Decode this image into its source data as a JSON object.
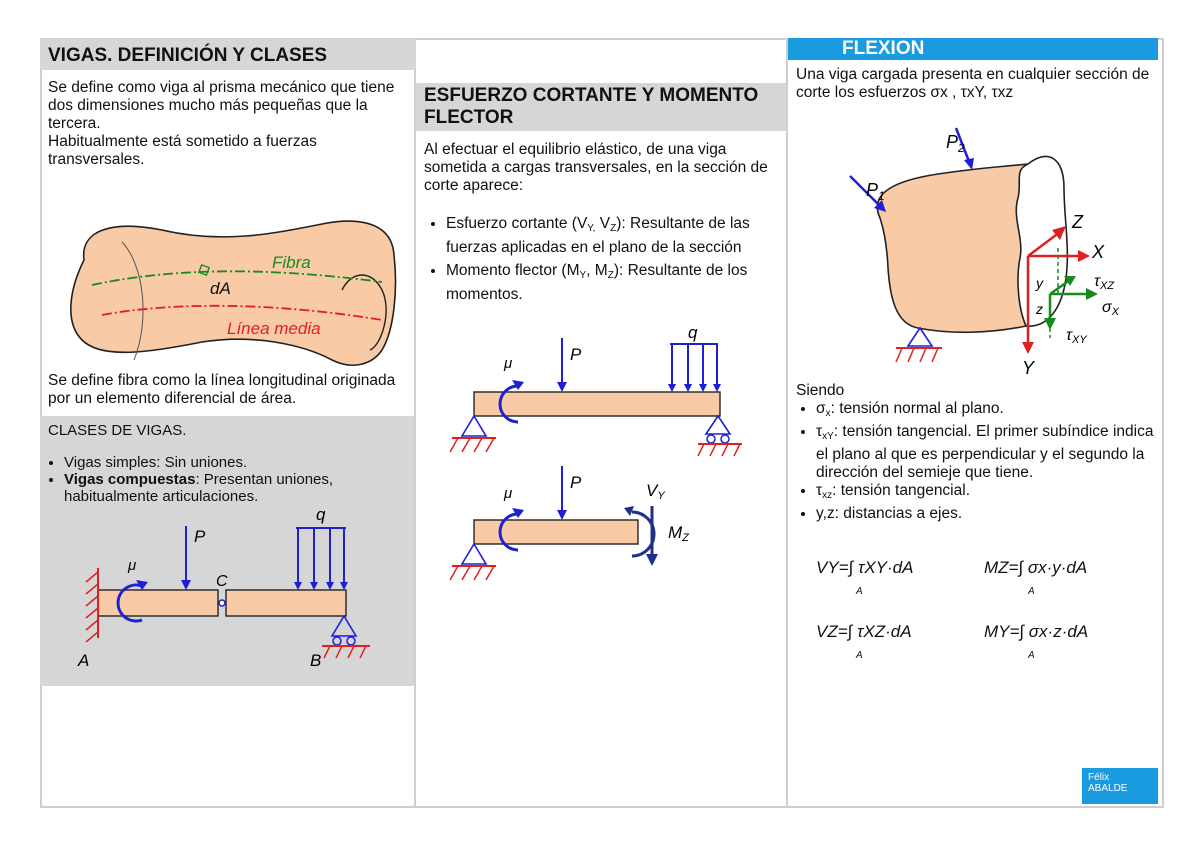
{
  "col1": {
    "title": "VIGAS. DEFINICIÓN Y CLASES",
    "intro1": "Se define como viga al prisma mecánico que tiene dos dimensiones mucho más pequeñas que la tercera.",
    "intro2": "Habitualmente está sometido a fuerzas transversales.",
    "fig_fibra": "Fibra",
    "fig_dA": "dA",
    "fig_linea": "Línea media",
    "fibra_def": "Se define fibra como la línea longitudinal originada por un elemento diferencial de área.",
    "clases_title": "CLASES DE VIGAS.",
    "clase1": "Vigas simples: Sin uniones.",
    "clase2_bold": "Vigas compuestas",
    "clase2_rest": ": Presentan uniones, habitualmente articulaciones.",
    "fig2": {
      "P": "P",
      "q": "q",
      "mu": "μ",
      "C": "C",
      "A": "A",
      "B": "B"
    }
  },
  "col2": {
    "title": "ESFUERZO CORTANTE Y MOMENTO FLECTOR",
    "intro": "Al efectuar el equilibrio elástico, de una viga sometida a cargas transversales, en la sección de corte aparece:",
    "b1_pre": "Esfuerzo cortante (V",
    "b1_s1": "Y,",
    "b1_mid": " V",
    "b1_s2": "Z",
    "b1_post": "): Resultante de las fuerzas aplicadas en el plano de la sección",
    "b2_pre": "Momento flector (M",
    "b2_s1": "Y",
    "b2_mid": ", M",
    "b2_s2": "Z",
    "b2_post": "): Resultante de los momentos.",
    "fig": {
      "P1": "P",
      "q": "q",
      "mu1": "μ",
      "P2": "P",
      "mu2": "μ",
      "V": "V",
      "Vs": "Y",
      "M": "M",
      "Ms": "Z"
    }
  },
  "col3": {
    "title": "FLEXION",
    "intro_pre": "Una viga cargada presenta en cualquier sección de corte los esfuerzos ",
    "intro_sym": "σx , τxY, τxz",
    "fig": {
      "P1": "P",
      "P1s": "1",
      "P2": "P",
      "P2s": "2",
      "Z": "Z",
      "X": "X",
      "Y": "Y",
      "y": "y",
      "z": "z",
      "txz": "τ",
      "txzs": "XZ",
      "sx": "σ",
      "sxs": "X",
      "txy": "τ",
      "txys": "XY"
    },
    "siendo": "Siendo",
    "i1_sym": "σ",
    "i1_sub": "x",
    "i1_text": ": tensión normal al plano.",
    "i2_sym": "τ",
    "i2_sub": "xY",
    "i2_text": ": tensión tangencial. El primer subíndice indica el plano al que es perpendicular y el segundo la dirección del semieje que tiene.",
    "i3_sym": "τ",
    "i3_sub": "xz",
    "i3_text": ": tensión tangencial.",
    "i4_text": "y,z: distancias a ejes.",
    "eq1": "VY=∫ τXY·dA",
    "eq2": "MZ=∫ σx·y·dA",
    "eq3": "VZ=∫ τXZ·dA",
    "eq4": "MY=∫ σx·z·dA",
    "eq_int_sub": "A",
    "author1": "Félix",
    "author2": "ABALDE"
  },
  "colors": {
    "accent": "#1a9be0",
    "fill": "#f8caa6",
    "blue": "#1f1fd6",
    "green": "#1a8a1a",
    "red": "#e02020",
    "grey": "#d6d6d6"
  }
}
